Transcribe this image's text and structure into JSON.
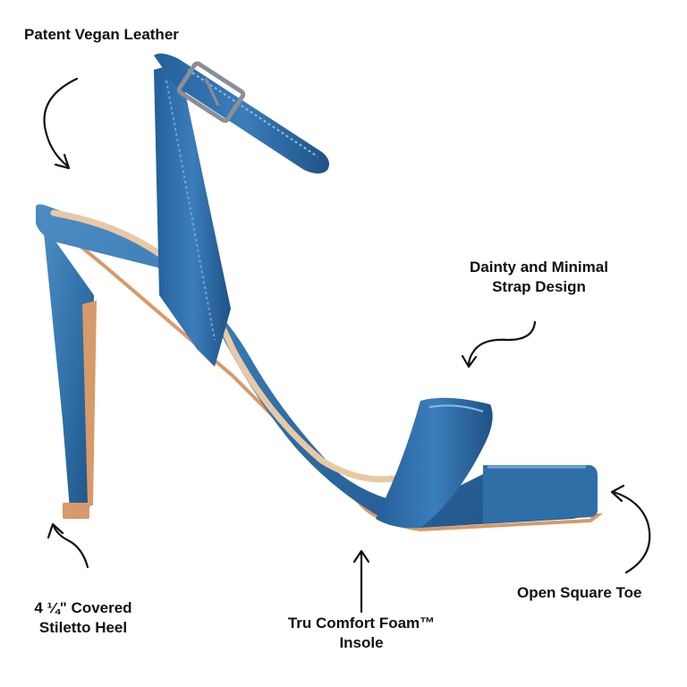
{
  "callouts": {
    "material": "Patent Vegan Leather",
    "strap_line1": "Dainty and Minimal",
    "strap_line2": "Strap Design",
    "heel_line1": "4 ¼\" Covered",
    "heel_line2": "Stiletto Heel",
    "insole_line1": "Tru Comfort Foam™",
    "insole_line2": "Insole",
    "toe": "Open Square Toe"
  },
  "colors": {
    "shoe_blue": "#2f6fa8",
    "shoe_blue_dark": "#1f5286",
    "shoe_highlight": "#6fa6d6",
    "sole_tan": "#d79a6a",
    "insole_beige": "#e8c9a6",
    "buckle_metal": "#8a8f96",
    "text": "#111111"
  },
  "icons": [
    "curved-arrow-icon"
  ]
}
